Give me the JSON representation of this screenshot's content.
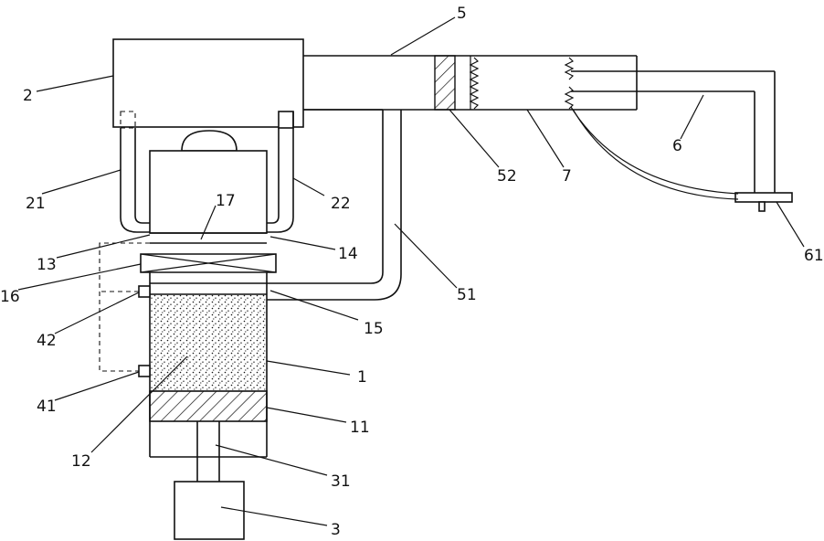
{
  "labels": {
    "l1": "1",
    "l2": "2",
    "l3": "3",
    "l5": "5",
    "l6": "6",
    "l7": "7",
    "l11": "11",
    "l12": "12",
    "l13": "13",
    "l14": "14",
    "l15": "15",
    "l16": "16",
    "l17": "17",
    "l21": "21",
    "l22": "22",
    "l31": "31",
    "l41": "41",
    "l42": "42",
    "l51": "51",
    "l52": "52",
    "l61": "61"
  }
}
